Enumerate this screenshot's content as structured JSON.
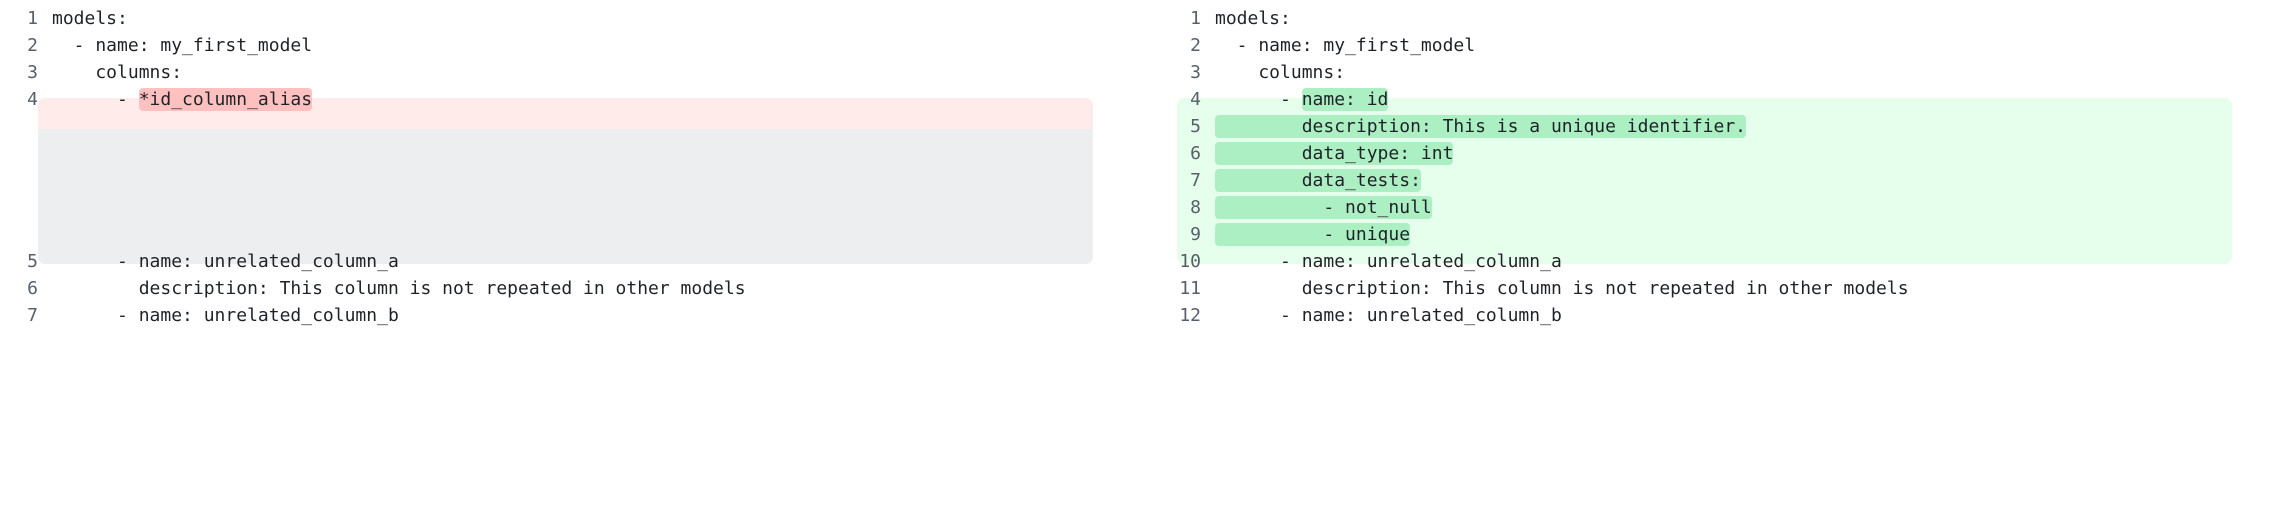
{
  "view": {
    "kind": "side-by-side-code-diff",
    "language": "yaml",
    "colors": {
      "addition_row_bg": "#e6ffec",
      "addition_word_bg": "#abefc3",
      "deletion_row_bg": "#ffebe9",
      "deletion_word_bg": "#ffc1bf",
      "placeholder_bg": "#eceef0",
      "line_number_fg": "#57606a",
      "code_fg": "#1f2328",
      "page_bg": "#ffffff"
    }
  },
  "panes": [
    {
      "id": "before",
      "name": "left-pane",
      "lines": [
        {
          "num": "1",
          "text": "models:",
          "type": "context",
          "segments": [
            {
              "text": "models:",
              "hl": "none"
            }
          ]
        },
        {
          "num": "2",
          "text": "  - name: my_first_model",
          "type": "context",
          "segments": [
            {
              "text": "  - name: my_first_model",
              "hl": "none"
            }
          ]
        },
        {
          "num": "3",
          "text": "    columns:",
          "type": "context",
          "segments": [
            {
              "text": "    columns:",
              "hl": "none"
            }
          ]
        },
        {
          "num": "4",
          "text": "      - *id_column_alias",
          "type": "deletion",
          "segments": [
            {
              "text": "      - ",
              "hl": "none"
            },
            {
              "text": "*id_column_alias",
              "hl": "del"
            }
          ]
        },
        {
          "num": "",
          "text": "",
          "type": "placeholder",
          "segments": []
        },
        {
          "num": "",
          "text": "",
          "type": "placeholder",
          "segments": []
        },
        {
          "num": "",
          "text": "",
          "type": "placeholder",
          "segments": []
        },
        {
          "num": "",
          "text": "",
          "type": "placeholder",
          "segments": []
        },
        {
          "num": "",
          "text": "",
          "type": "placeholder",
          "segments": []
        },
        {
          "num": "5",
          "text": "      - name: unrelated_column_a",
          "type": "context",
          "segments": [
            {
              "text": "      - name: unrelated_column_a",
              "hl": "none"
            }
          ]
        },
        {
          "num": "6",
          "text": "        description: This column is not repeated in other models",
          "type": "context",
          "segments": [
            {
              "text": "        description: This column is not repeated in other models",
              "hl": "none"
            }
          ]
        },
        {
          "num": "7",
          "text": "      - name: unrelated_column_b",
          "type": "context",
          "segments": [
            {
              "text": "      - name: unrelated_column_b",
              "hl": "none"
            }
          ]
        }
      ]
    },
    {
      "id": "after",
      "name": "right-pane",
      "lines": [
        {
          "num": "1",
          "text": "models:",
          "type": "context",
          "segments": [
            {
              "text": "models:",
              "hl": "none"
            }
          ]
        },
        {
          "num": "2",
          "text": "  - name: my_first_model",
          "type": "context",
          "segments": [
            {
              "text": "  - name: my_first_model",
              "hl": "none"
            }
          ]
        },
        {
          "num": "3",
          "text": "    columns:",
          "type": "context",
          "segments": [
            {
              "text": "    columns:",
              "hl": "none"
            }
          ]
        },
        {
          "num": "4",
          "text": "      - name: id",
          "type": "addition",
          "segments": [
            {
              "text": "      - ",
              "hl": "none"
            },
            {
              "text": "name: id",
              "hl": "add"
            }
          ]
        },
        {
          "num": "5",
          "text": "        description: This is a unique identifier.",
          "type": "addition",
          "segments": [
            {
              "text": "        description: This is a unique identifier.",
              "hl": "add"
            }
          ]
        },
        {
          "num": "6",
          "text": "        data_type: int",
          "type": "addition",
          "segments": [
            {
              "text": "        data_type: int",
              "hl": "add"
            }
          ]
        },
        {
          "num": "7",
          "text": "        data_tests:",
          "type": "addition",
          "segments": [
            {
              "text": "        data_tests:",
              "hl": "add"
            }
          ]
        },
        {
          "num": "8",
          "text": "          - not_null",
          "type": "addition",
          "segments": [
            {
              "text": "          - not_null",
              "hl": "add"
            }
          ]
        },
        {
          "num": "9",
          "text": "          - unique",
          "type": "addition",
          "segments": [
            {
              "text": "          - unique",
              "hl": "add"
            }
          ]
        },
        {
          "num": "10",
          "text": "      - name: unrelated_column_a",
          "type": "context",
          "segments": [
            {
              "text": "      - name: unrelated_column_a",
              "hl": "none"
            }
          ]
        },
        {
          "num": "11",
          "text": "        description: This column is not repeated in other models",
          "type": "context",
          "segments": [
            {
              "text": "        description: This column is not repeated in other models",
              "hl": "none"
            }
          ]
        },
        {
          "num": "12",
          "text": "      - name: unrelated_column_b",
          "type": "context",
          "segments": [
            {
              "text": "      - name: unrelated_column_b",
              "hl": "none"
            }
          ]
        }
      ]
    }
  ]
}
